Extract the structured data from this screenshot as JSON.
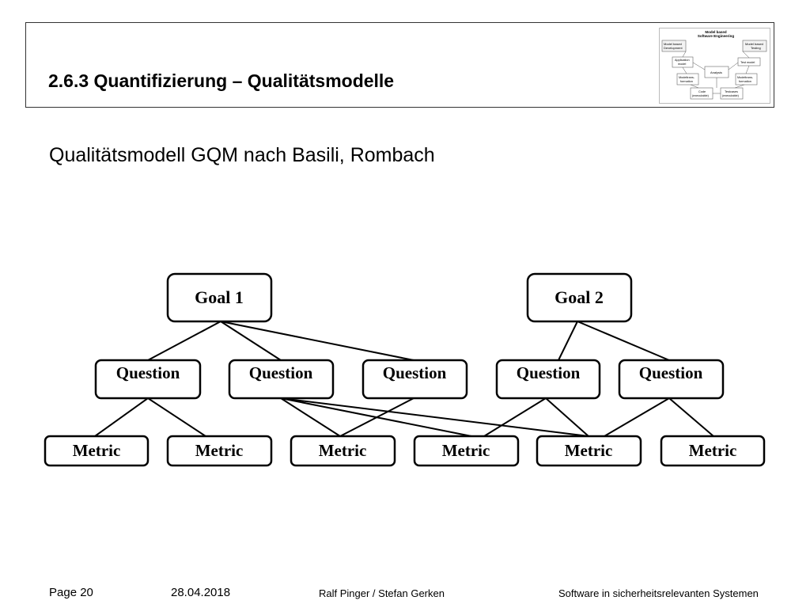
{
  "header": {
    "title": "2.6.3 Quantifizierung – Qualitätsmodelle",
    "thumbnail": {
      "title_line1": "Model based",
      "title_line2": "Software Engineering",
      "mbd_line1": "Model based",
      "mbd_line2": "Development",
      "mbt_line1": "Model based",
      "mbt_line2": "Testing",
      "app_line1": "Application",
      "app_line2": "model",
      "test_model": "Test model",
      "analysis": "Analysis",
      "mt_left_line1": "Modeltrans-",
      "mt_left_line2": "formation",
      "mt_right_line1": "Modeltrans-",
      "mt_right_line2": "formation",
      "code_line1": "Code",
      "code_line2": "(executable)",
      "tc_line1": "Testcases",
      "tc_line2": "(executable)"
    }
  },
  "subtitle": "Qualitätsmodell GQM nach Basili, Rombach",
  "diagram": {
    "goals": [
      "Goal 1",
      "Goal 2"
    ],
    "questions": [
      "Question",
      "Question",
      "Question",
      "Question",
      "Question"
    ],
    "metrics": [
      "Metric",
      "Metric",
      "Metric",
      "Metric",
      "Metric",
      "Metric"
    ]
  },
  "footer": {
    "page": "Page 20",
    "date": "28.04.2018",
    "authors": "Ralf Pinger / Stefan Gerken",
    "course": "Software in sicherheitsrelevanten Systemen"
  }
}
